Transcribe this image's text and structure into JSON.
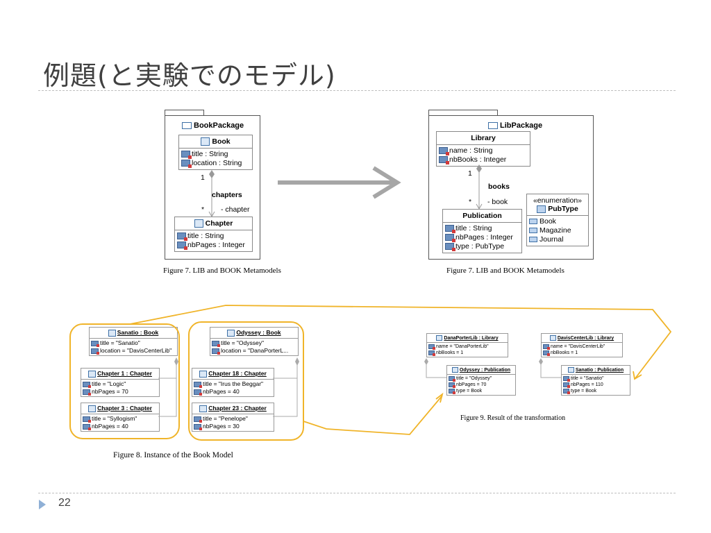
{
  "slide": {
    "title": "例題(と実験でのモデル)",
    "page_number": "22"
  },
  "book_metamodel": {
    "package": "BookPackage",
    "book_class": {
      "name": "Book",
      "attrs": [
        "title : String",
        "location : String"
      ]
    },
    "chapter_class": {
      "name": "Chapter",
      "attrs": [
        "title : String",
        "nbPages : Integer"
      ]
    },
    "assoc_name": "chapters",
    "mult_source": "1",
    "mult_target": "*",
    "role": "- chapter",
    "caption": "Figure 7.   LIB and BOOK Metamodels"
  },
  "lib_metamodel": {
    "package": "LibPackage",
    "library_class": {
      "name": "Library",
      "attrs": [
        "name : String",
        "nbBooks : Integer"
      ]
    },
    "publication_class": {
      "name": "Publication",
      "attrs": [
        "title : String",
        "nbPages : Integer",
        "type : PubType"
      ]
    },
    "enum": {
      "stereotype": "«enumeration»",
      "name": "PubType",
      "literals": [
        "Book",
        "Magazine",
        "Journal"
      ]
    },
    "assoc_name": "books",
    "mult_source": "1",
    "mult_target": "*",
    "role": "- book",
    "caption": "Figure 7.   LIB and BOOK Metamodels"
  },
  "book_instance": {
    "book1": {
      "header": "Sanatio : Book",
      "attrs": [
        "title = \"Sanatio\"",
        "location = \"DavisCenterLib\""
      ]
    },
    "ch1": {
      "header": "Chapter 1 : Chapter",
      "attrs": [
        "title = \"Logic\"",
        "nbPages = 70"
      ]
    },
    "ch3": {
      "header": "Chapter 3 : Chapter",
      "attrs": [
        "title = \"Syllogism\"",
        "nbPages = 40"
      ]
    },
    "book2": {
      "header": "Odyssey : Book",
      "attrs": [
        "title = \"Odyssey\"",
        "location = \"DanaPorterL..."
      ]
    },
    "ch18": {
      "header": "Chapter 18 : Chapter",
      "attrs": [
        "title = \"Irus the Beggar\"",
        "nbPages = 40"
      ]
    },
    "ch23": {
      "header": "Chapter 23 : Chapter",
      "attrs": [
        "title = \"Penelope\"",
        "nbPages = 30"
      ]
    },
    "caption": "Figure 8.   Instance of the Book Model"
  },
  "result": {
    "lib1": {
      "header": "DanaPorterLib : Library",
      "attrs": [
        "name = \"DanaPorterLib\"",
        "nbBooks = 1"
      ]
    },
    "pub1": {
      "header": "Odyssey : Publication",
      "attrs": [
        "title = \"Odyssey\"",
        "nbPages = 70",
        "type = Book"
      ]
    },
    "lib2": {
      "header": "DavisCenterLib : Library",
      "attrs": [
        "name = \"DavisCenterLib\"",
        "nbBooks = 1"
      ]
    },
    "pub2": {
      "header": "Sanatio : Publication",
      "attrs": [
        "title = \"Sanatio\"",
        "nbPages = 110",
        "type = Book"
      ]
    },
    "caption": "Figure 9.   Result of the transformation"
  },
  "colors": {
    "highlight": "#f0b429",
    "arrow": "#a6a6a6",
    "bullet": "#8fb0d6"
  }
}
